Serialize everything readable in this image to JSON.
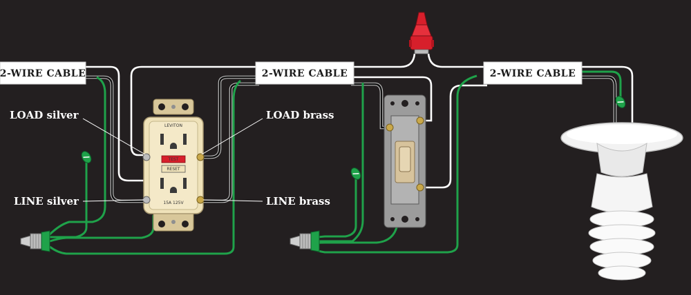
{
  "cables": [
    {
      "label": "2-WIRE CABLE"
    },
    {
      "label": "2-WIRE CABLE"
    },
    {
      "label": "2-WIRE CABLE"
    }
  ],
  "terminals": {
    "load_silver": "LOAD silver",
    "load_brass": "LOAD brass",
    "line_silver": "LINE silver",
    "line_brass": "LINE brass"
  },
  "gfci": {
    "brand": "LEVITON",
    "test_label": "TEST",
    "reset_label": "RESET",
    "rating": "15A 125V"
  },
  "colors": {
    "background": "#231f20",
    "hot_wire": "#111111",
    "neutral_wire": "#ffffff",
    "ground_wire": "#1fa24a",
    "wire_nut_red": "#d71f2b",
    "wire_nut_green": "#1fa24a",
    "receptacle": "#efe2b9"
  }
}
